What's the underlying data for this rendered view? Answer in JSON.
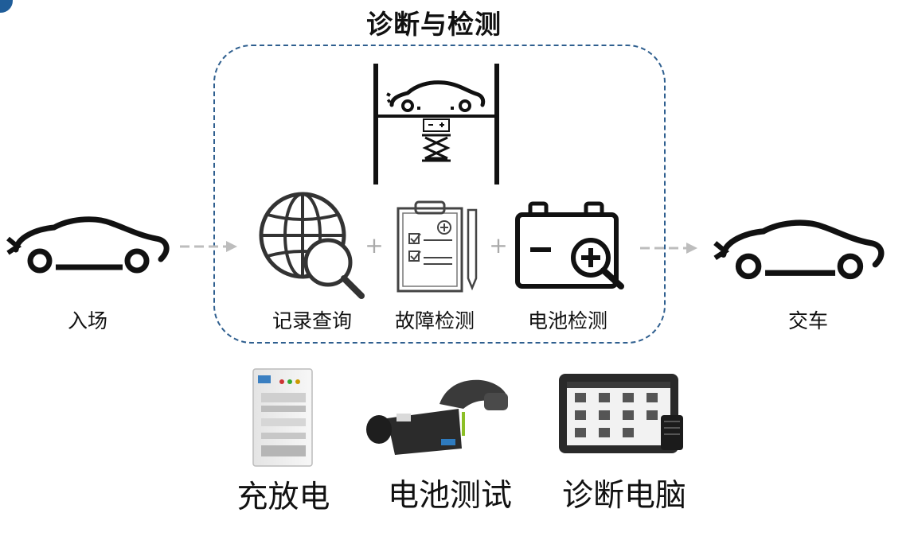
{
  "section_title": "诊断与检测",
  "flow": {
    "entry_label": "入场",
    "exit_label": "交车",
    "steps": [
      {
        "label": "记录查询",
        "icon": "globe-search-icon"
      },
      {
        "label": "故障检测",
        "icon": "clipboard-checklist-icon"
      },
      {
        "label": "电池检测",
        "icon": "battery-inspect-icon"
      }
    ],
    "plus_sign": "+"
  },
  "equipment": [
    {
      "label": "充放电",
      "icon": "charge-discharge-cabinet-icon"
    },
    {
      "label": "电池测试",
      "icon": "battery-tester-icon"
    },
    {
      "label": "诊断电脑",
      "icon": "diagnostic-tablet-icon"
    }
  ],
  "colors": {
    "dashed_border": "#2f5f8f",
    "arrow": "#bdbdbd",
    "accent": "#1f5d99"
  }
}
